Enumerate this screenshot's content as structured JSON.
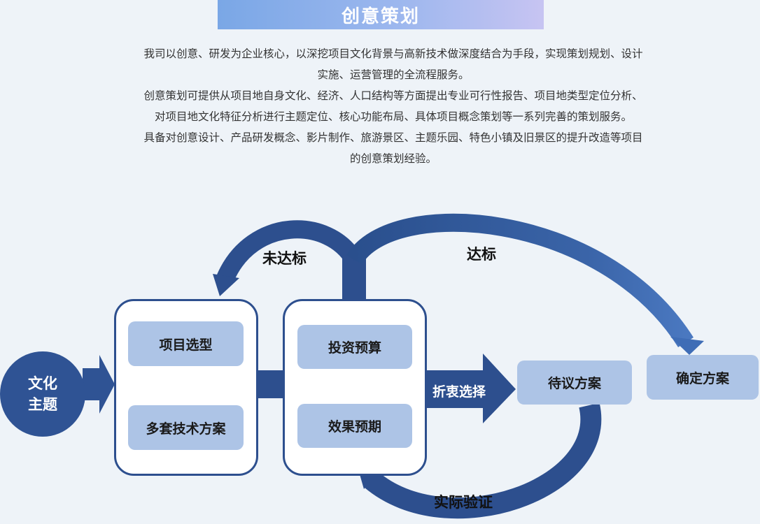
{
  "title": "创意策划",
  "intro": {
    "p1": "我司以创意、研发为企业核心，以深挖项目文化背景与高新技术做深度结合为手段，实现策划规划、设计实施、运营管理的全流程服务。",
    "p2": "创意策划可提供从项目地自身文化、经济、人口结构等方面提出专业可行性报告、项目地类型定位分析、对项目地文化特征分析进行主题定位、核心功能布局、具体项目概念策划等一系列完善的策划服务。",
    "p3": "具备对创意设计、产品研发概念、影片制作、旅游景区、主题乐园、特色小镇及旧景区的提升改造等项目的创意策划经验。"
  },
  "diagram": {
    "start": "文化\n主题",
    "box1": {
      "item1": "项目选型",
      "item2": "多套技术方案"
    },
    "box2": {
      "item1": "投资预算",
      "item2": "效果预期"
    },
    "arrow_label": "折衷选择",
    "pending": "待议方案",
    "final": "确定方案",
    "not_met": "未达标",
    "met": "达标",
    "verify": "实际验证"
  },
  "colors": {
    "dark_blue": "#2d4f8e",
    "pill": "#adc4e6"
  }
}
